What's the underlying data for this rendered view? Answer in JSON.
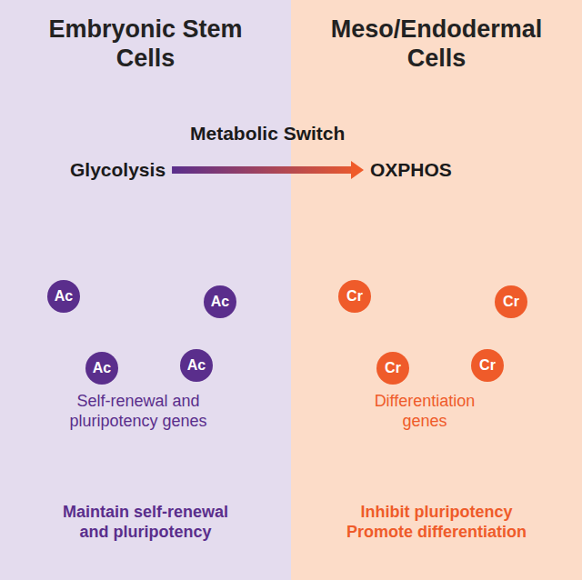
{
  "diagram": {
    "nodes": [
      {
        "text": [
          "Embryonic Stem Cells"
        ]
      },
      {
        "text": [
          "Meso/Endodermal Cells"
        ]
      },
      {
        "text": [
          "Glycolysis"
        ],
        "in": 0
      },
      {
        "text": [
          "OXPHOS"
        ],
        "in": 1
      },
      {
        "text": [
          "Ac"
        ],
        "in": 0
      },
      {
        "text": [
          "Ac"
        ],
        "in": 0
      },
      {
        "text": [
          "Ac"
        ],
        "in": 0
      },
      {
        "text": [
          "Ac"
        ],
        "in": 0
      },
      {
        "text": [
          "Cr"
        ],
        "in": 1
      },
      {
        "text": [
          "Cr"
        ],
        "in": 1
      },
      {
        "text": [
          "Cr"
        ],
        "in": 1
      },
      {
        "text": [
          "Cr"
        ],
        "in": 1
      }
    ],
    "edges": [
      {
        "from": 2,
        "to": 3,
        "label": "Metabolic Switch",
        "arrow": "to"
      }
    ],
    "labels": [
      "Self-renewal and pluripotency genes",
      "Differentiation genes",
      "Maintain self-renewal and pluripotency",
      "Inhibit pluripotency Promote differentiation"
    ]
  }
}
